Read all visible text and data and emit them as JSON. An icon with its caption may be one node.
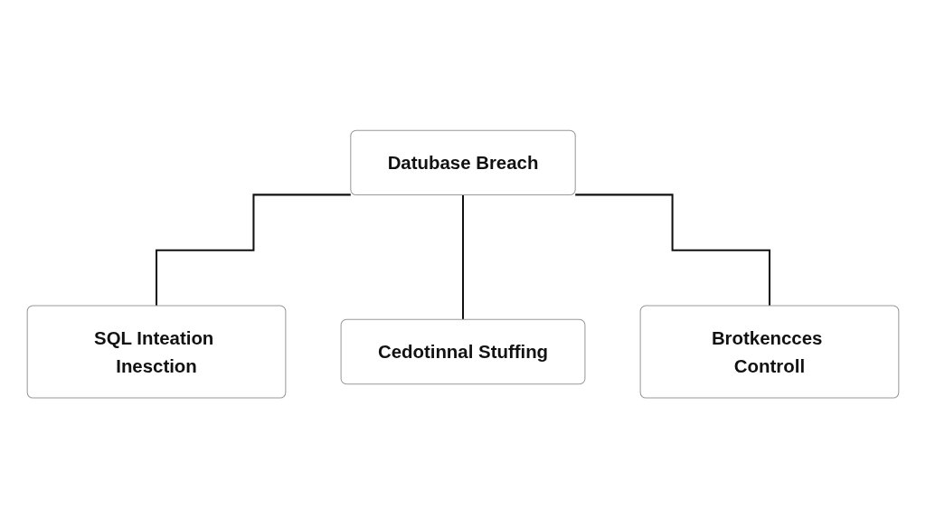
{
  "diagram": {
    "nodes": [
      {
        "text": [
          "Datubase Breach"
        ]
      },
      {
        "text": [
          "SQL Inteation Inesction"
        ]
      },
      {
        "text": [
          "Cedotinnal Stuffing"
        ]
      },
      {
        "text": [
          "Brotkencces Controll"
        ]
      }
    ],
    "edges": [
      {
        "from": 0,
        "to": 1,
        "arrow": "none"
      },
      {
        "from": 0,
        "to": 2,
        "arrow": "none"
      },
      {
        "from": 0,
        "to": 3,
        "arrow": "none"
      }
    ]
  }
}
